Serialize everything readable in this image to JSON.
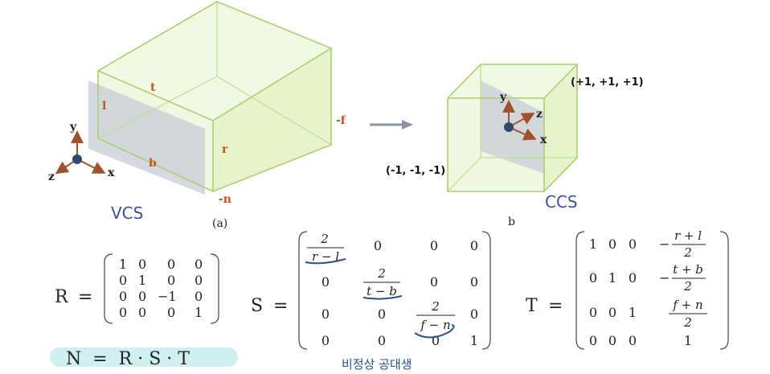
{
  "vcs": {
    "label": "VCS",
    "caption": "(a)",
    "edge_labels": {
      "t": "t",
      "l": "l",
      "b": "b",
      "r": "r",
      "far": "-f",
      "near": "-n"
    },
    "axes": {
      "x": "x",
      "y": "y",
      "z": "z"
    }
  },
  "ccs": {
    "label": "CCS",
    "caption": "b",
    "corner_max": "(+1, +1, +1)",
    "corner_min": "(-1, -1, -1)",
    "axes": {
      "x": "x",
      "y": "y",
      "z": "z"
    }
  },
  "matrices": {
    "R": {
      "name": "R",
      "eq": "=",
      "rows": [
        [
          "1",
          "0",
          "0",
          "0"
        ],
        [
          "0",
          "1",
          "0",
          "0"
        ],
        [
          "0",
          "0",
          "−1",
          "0"
        ],
        [
          "0",
          "0",
          "0",
          "1"
        ]
      ]
    },
    "S": {
      "name": "S",
      "eq": "=",
      "rows": [
        [
          {
            "num": "2",
            "den": "r − l"
          },
          "0",
          "0",
          "0"
        ],
        [
          "0",
          {
            "num": "2",
            "den": "t − b"
          },
          "0",
          "0"
        ],
        [
          "0",
          "0",
          {
            "num": "2",
            "den": "f − n"
          },
          "0"
        ],
        [
          "0",
          "0",
          "0",
          "1"
        ]
      ]
    },
    "T": {
      "name": "T",
      "eq": "=",
      "rows": [
        [
          "1",
          "0",
          "0",
          {
            "neg": "−",
            "num": "r + l",
            "den": "2"
          }
        ],
        [
          "0",
          "1",
          "0",
          {
            "neg": "−",
            "num": "t + b",
            "den": "2"
          }
        ],
        [
          "0",
          "0",
          "1",
          {
            "num": "f + n",
            "den": "2"
          }
        ],
        [
          "0",
          "0",
          "0",
          "1"
        ]
      ]
    }
  },
  "formula": {
    "text": "N  =  R · S · T"
  },
  "handwritten_note": "비정상 공대생",
  "colors": {
    "cube_edge": "#a8d070",
    "cube_fill": "#eef7d8",
    "plane": "#c9ccd8",
    "formula_bg": "#cfeff0",
    "annotation": "#2b4f8a"
  }
}
